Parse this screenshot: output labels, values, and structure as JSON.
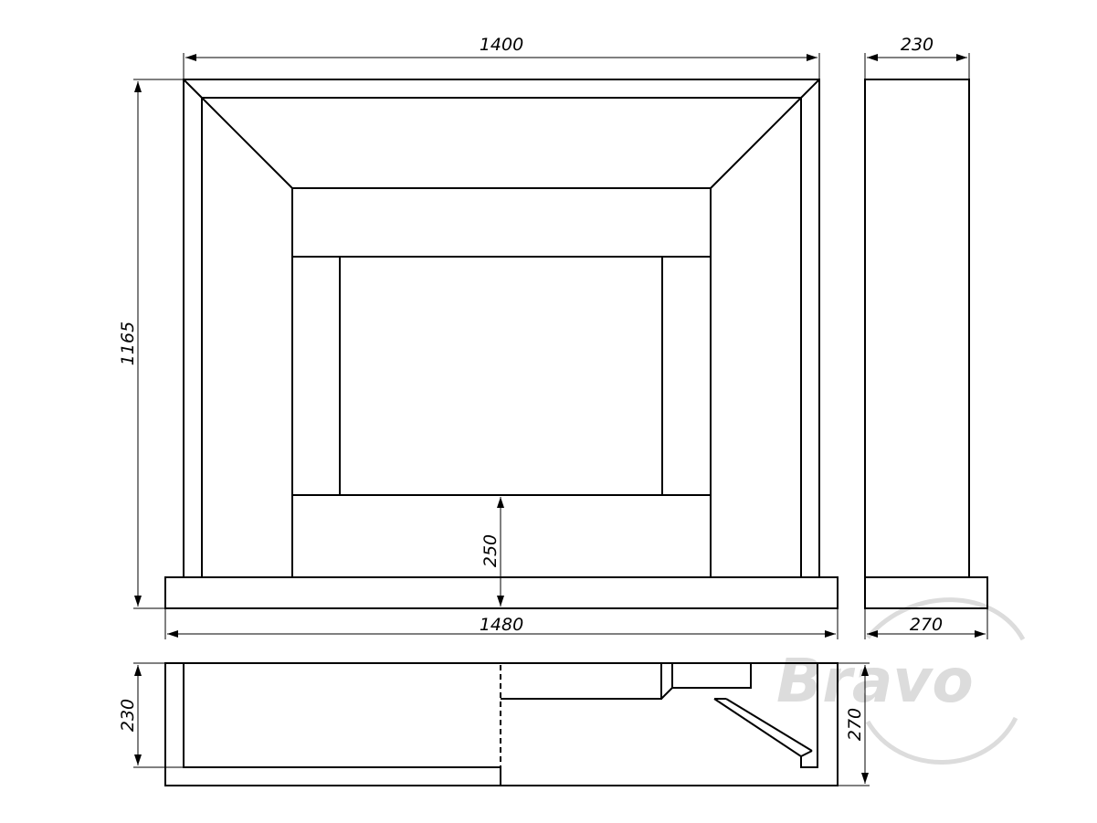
{
  "dimensions": {
    "front_width": "1400",
    "side_depth_top": "230",
    "front_height": "1165",
    "opening_height": "250",
    "base_width": "1480",
    "side_base_depth": "270",
    "plan_depth_left": "230",
    "plan_depth_right": "270"
  },
  "watermark": {
    "brand": "Bravo"
  },
  "colors": {
    "line": "#000000",
    "watermark": "#dcdcdc"
  }
}
